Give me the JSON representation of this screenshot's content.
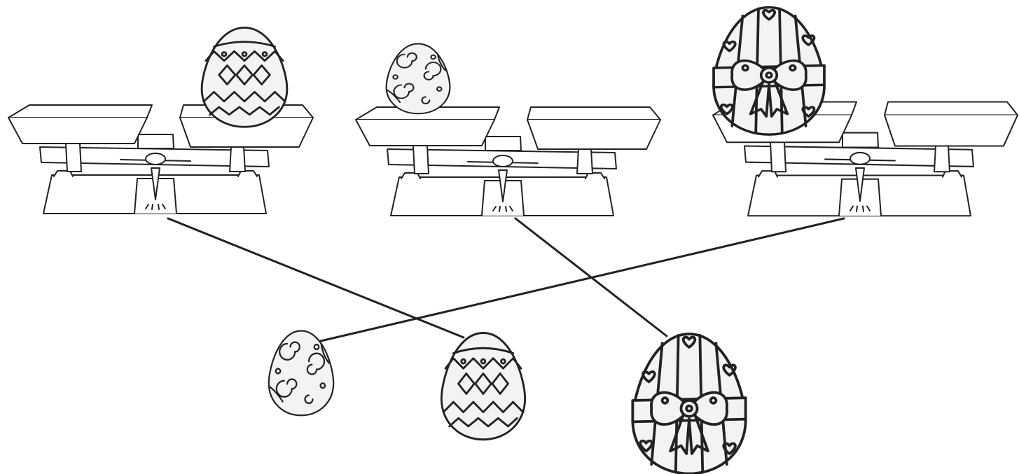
{
  "puzzle": {
    "scales": [
      {
        "id": "scale-1",
        "heavier_side": "right",
        "egg_on_pan": "zigzag"
      },
      {
        "id": "scale-2",
        "heavier_side": "right",
        "egg_on_pan": "swirl"
      },
      {
        "id": "scale-3",
        "heavier_side": "right",
        "egg_on_pan": "bow"
      }
    ],
    "eggs": [
      {
        "id": "egg-swirl",
        "pattern": "swirl",
        "relative_size": "small"
      },
      {
        "id": "egg-zigzag",
        "pattern": "zigzag",
        "relative_size": "medium"
      },
      {
        "id": "egg-bow",
        "pattern": "bow",
        "relative_size": "large"
      }
    ],
    "connections": [
      {
        "scale": "scale-1",
        "egg": "egg-zigzag"
      },
      {
        "scale": "scale-2",
        "egg": "egg-bow"
      },
      {
        "scale": "scale-3",
        "egg": "egg-swirl"
      }
    ]
  },
  "colors": {
    "line": "#222222",
    "background": "#ffffff",
    "shade": "#f2f2f2"
  }
}
